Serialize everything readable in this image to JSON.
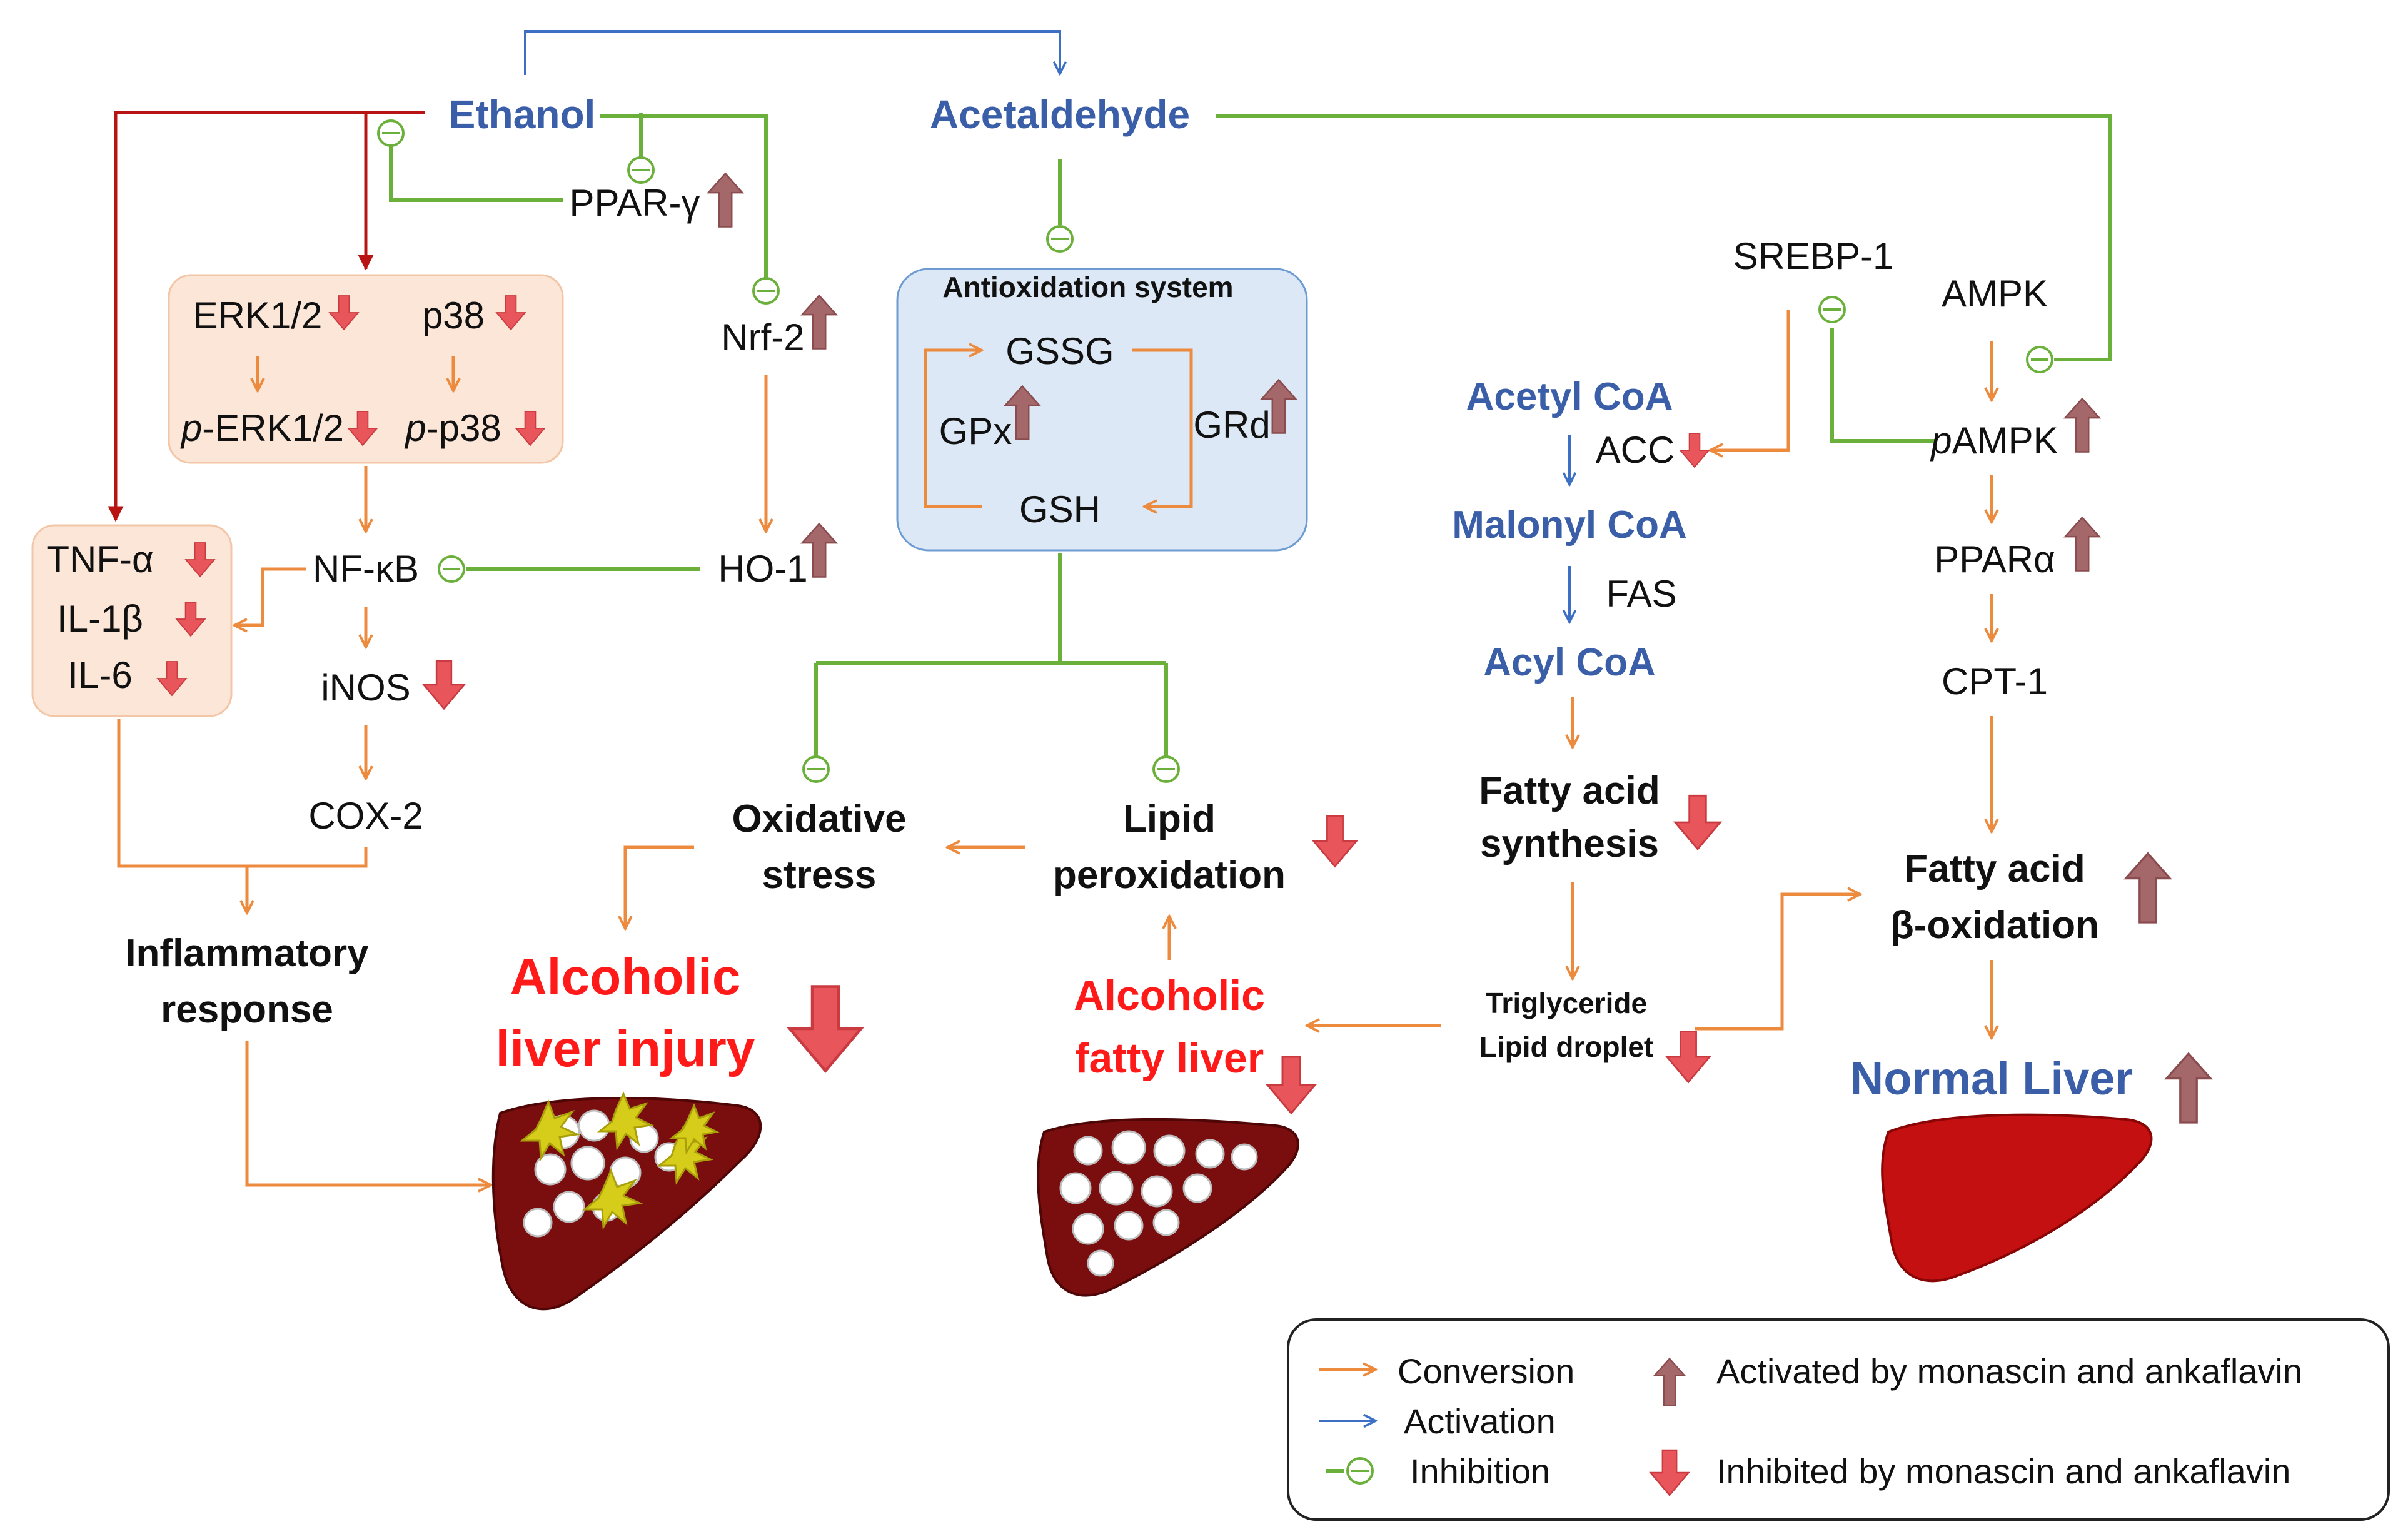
{
  "nodes": {
    "ethanol": "Ethanol",
    "acetaldehyde": "Acetaldehyde",
    "ppar_gamma": "PPAR-γ",
    "nrf2": "Nrf-2",
    "ho1": "HO-1",
    "erk": "ERK1/2",
    "p38": "p38",
    "p_prefix": "p",
    "p_erk_suffix": "-ERK1/2",
    "p_p38_suffix": "-p38",
    "nfkb": "NF-κB",
    "inos": "iNOS",
    "cox2": "COX-2",
    "tnf": "TNF-α",
    "il1b": "IL-1β",
    "il6": "IL-6",
    "inflammatory": [
      "Inflammatory",
      "response"
    ],
    "antioxidation_title": "Antioxidation system",
    "gssg": "GSSG",
    "gpx": "GPx",
    "grd": "GRd",
    "gsh": "GSH",
    "oxidative_stress": [
      "Oxidative",
      "stress"
    ],
    "lipid_peroxidation": [
      "Lipid",
      "peroxidation"
    ],
    "alcoholic_liver_injury": [
      "Alcoholic",
      "liver injury"
    ],
    "alcoholic_fatty_liver": [
      "Alcoholic",
      "fatty liver"
    ],
    "srebp1": "SREBP-1",
    "ampk": "AMPK",
    "pampk_suffix": "AMPK",
    "acetyl_coa": "Acetyl CoA",
    "acc": "ACC",
    "malonyl_coa": "Malonyl CoA",
    "fas": "FAS",
    "acyl_coa": "Acyl CoA",
    "fatty_acid_synthesis": [
      "Fatty acid",
      "synthesis"
    ],
    "triglyceride": [
      "Triglyceride",
      "Lipid droplet"
    ],
    "ppar_alpha": "PPARα",
    "cpt1": "CPT-1",
    "beta_oxidation": [
      "Fatty acid",
      "β-oxidation"
    ],
    "normal_liver": "Normal Liver"
  },
  "legend": {
    "conversion": "Conversion",
    "activation": "Activation",
    "inhibition": "Inhibition",
    "activated": "Activated by monascin and ankaflavin",
    "inhibited": "Inhibited by  monascin and ankaflavin"
  },
  "colors": {
    "conversion": "#ec8a3e",
    "activation": "#3d6fc4",
    "inhibition": "#6cb03c",
    "ethanol_path": "#b81414",
    "up_arrow": "#a5686a",
    "down_arrow": "#e8555a",
    "liver": "#7a0d0d",
    "normal_liver": "#c41010",
    "orange_box": "#fbe6d8",
    "blue_box": "#dce8f5"
  },
  "icons": {
    "up": "activated-up-arrow-icon",
    "down": "inhibited-down-arrow-icon",
    "inhibition": "inhibition-bar-circle-icon",
    "liver": "liver-icon"
  }
}
